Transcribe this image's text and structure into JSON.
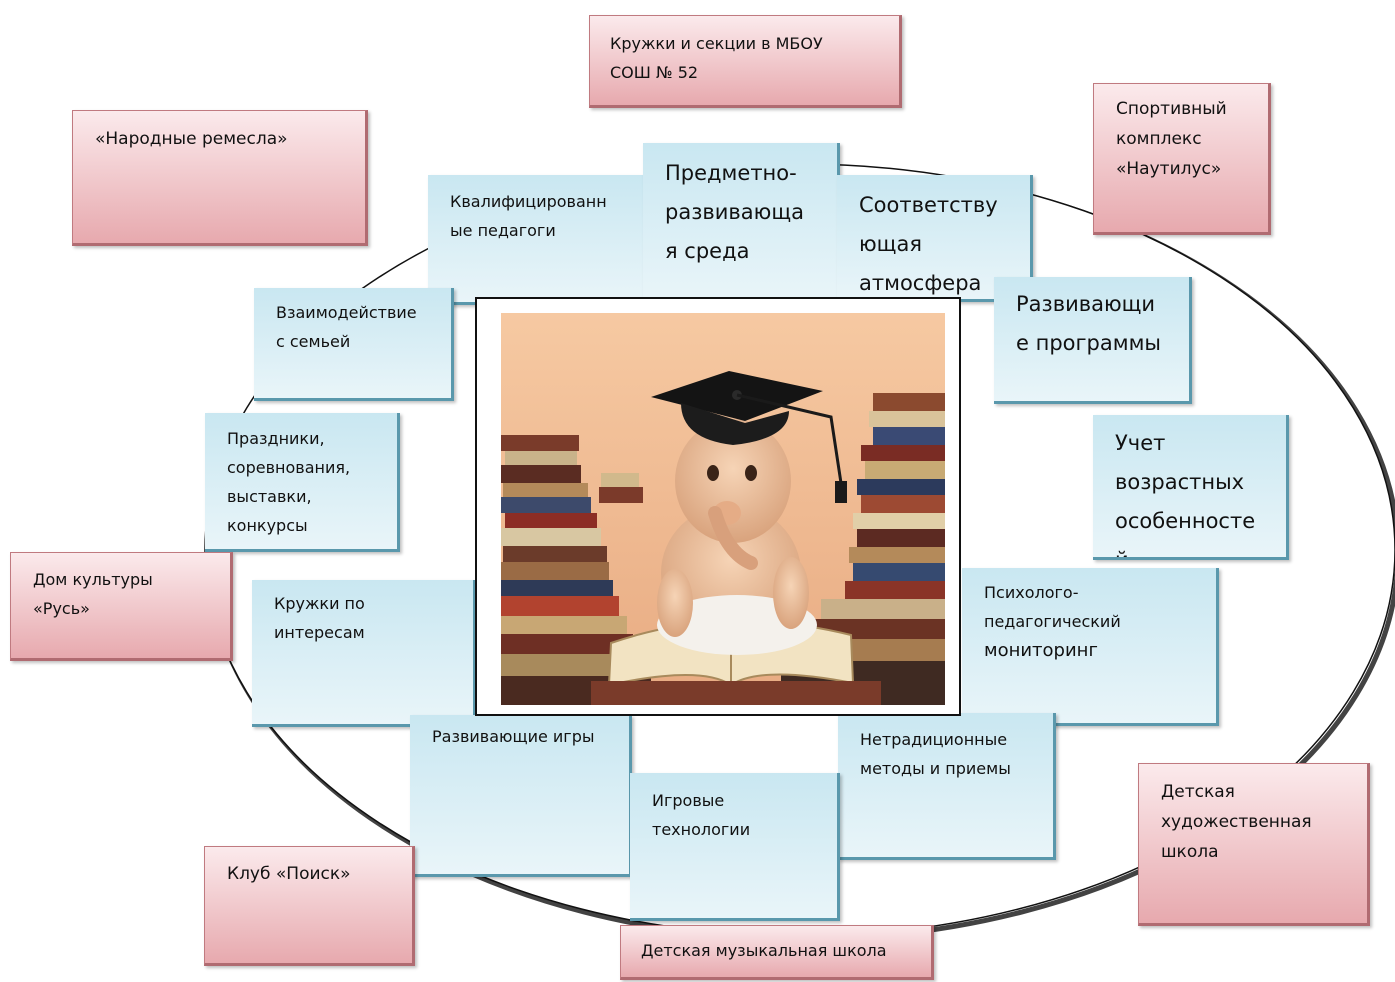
{
  "center_image": {
    "alt": "baby-with-graduation-cap-and-books-photo"
  },
  "school_clubs_box": {
    "lines": [
      "Кружки и секции в МБОУ",
      "СОШ № 52"
    ]
  },
  "partners": {
    "folk_crafts": [
      "«Народные ремесла»"
    ],
    "sports_complex": [
      "Спортивный",
      "комплекс",
      "«Наутилус»"
    ],
    "culture_house": [
      "Дом культуры",
      "«Русь»"
    ],
    "art_school": [
      "Детская",
      "художественная",
      "школа"
    ],
    "club_poisk": [
      "Клуб «Поиск»"
    ],
    "music_school": [
      "Детская музыкальная школа"
    ]
  },
  "conditions": {
    "qualified_teachers": [
      "Квалифицированн",
      "ые педагоги"
    ],
    "subject_environment": [
      "Предметно-",
      "развивающа",
      "я среда"
    ],
    "atmosphere": [
      "Соответству",
      "ющая",
      "атмосфера"
    ],
    "family_interaction": [
      "Взаимодействие",
      "с семьей"
    ],
    "developing_programs": [
      "Развивающи",
      "е программы"
    ],
    "holidays": [
      "Праздники,",
      "соревнования,",
      "выставки,",
      "конкурсы"
    ],
    "age_features": [
      "Учет",
      "возрастных",
      "особенносте",
      "й"
    ],
    "interest_clubs": [
      "Кружки по",
      "интересам"
    ],
    "monitoring": [
      "Психолого-",
      "педагогический",
      "мониторинг"
    ],
    "developing_games": [
      "Развивающие игры"
    ],
    "nontraditional_methods": [
      "Нетрадиционные",
      "методы и приемы"
    ],
    "game_technologies": [
      "Игровые",
      "технологии"
    ]
  }
}
